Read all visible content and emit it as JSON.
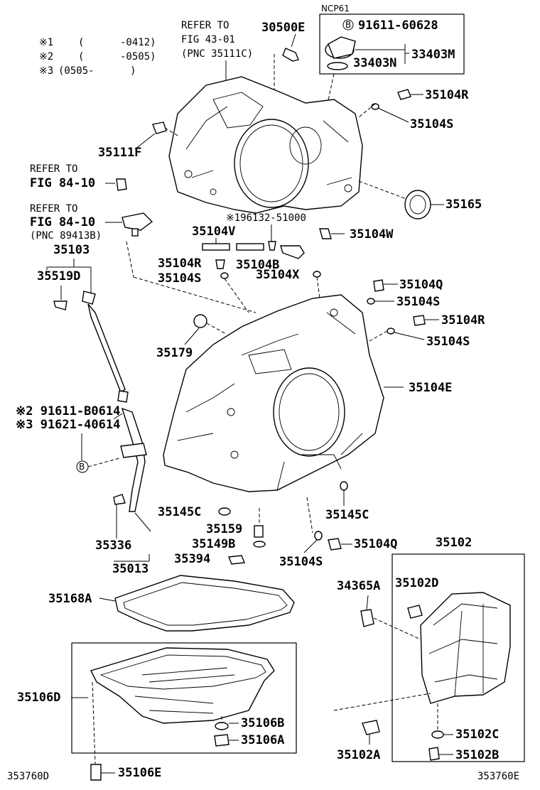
{
  "header": {
    "variant": "NCP61"
  },
  "legend": [
    {
      "mark": "※1",
      "range": "(      -0412)"
    },
    {
      "mark": "※2",
      "range": "(      -0505)"
    },
    {
      "mark": "※3",
      "range": "(0505-      )"
    }
  ],
  "refers": {
    "fig43": [
      "REFER TO",
      "FIG 43-01",
      "(PNC 35111C)"
    ],
    "fig84a": [
      "REFER TO",
      "FIG 84-10"
    ],
    "fig84b": [
      "REFER TO",
      "FIG 84-10",
      "(PNC 89413B)"
    ]
  },
  "labels": {
    "p30500E": "30500E",
    "p91611_60628": "91611-60628",
    "p33403M": "33403M",
    "p33403N": "33403N",
    "p35104R_top": "35104R",
    "p35104S_top": "35104S",
    "p35111F": "35111F",
    "p35165": "35165",
    "p196132": "※196132-51000",
    "p35104V": "35104V",
    "p35104W": "35104W",
    "p35103": "35103",
    "p35519D": "35519D",
    "p35104R_mid": "35104R",
    "p35104B": "35104B",
    "p35104S_mid": "35104S",
    "p35104X": "35104X",
    "p35104Q_mid": "35104Q",
    "p35104S_mid2": "35104S",
    "p35104R_mid2": "35104R",
    "p35104S_mid3": "35104S",
    "p35179": "35179",
    "p35104E": "35104E",
    "p91611_B0614": "※2 91611-B0614",
    "p91621_40614": "※3 91621-40614",
    "p35145C_l": "35145C",
    "p35145C_r": "35145C",
    "p35159": "35159",
    "p35149B": "35149B",
    "p35394": "35394",
    "p35104S_bot": "35104S",
    "p35104Q_bot": "35104Q",
    "p35102": "35102",
    "p35336": "35336",
    "p35013": "35013",
    "p35168A": "35168A",
    "p34365A": "34365A",
    "p35102D": "35102D",
    "p35106D": "35106D",
    "p35106B": "35106B",
    "p35106A": "35106A",
    "p35102C": "35102C",
    "p35102A": "35102A",
    "p35102B": "35102B",
    "p35106E": "35106E"
  },
  "callout_B": "B",
  "footer": {
    "left_code": "353760D",
    "right_code": "353760E"
  }
}
